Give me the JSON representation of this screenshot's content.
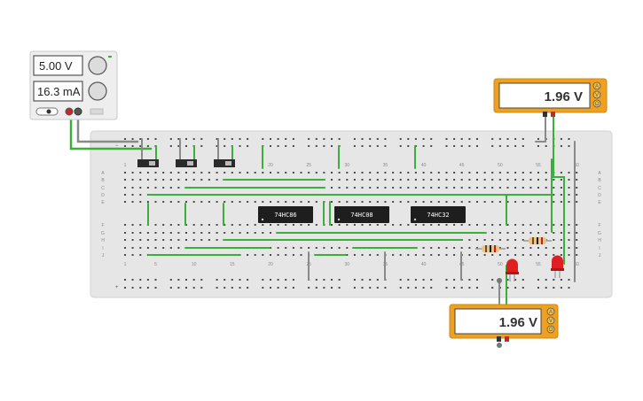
{
  "power_supply": {
    "voltage": "5.00 V",
    "current": "16.3 mA"
  },
  "multimeters": [
    {
      "reading": "1.96 V",
      "modes": [
        "A",
        "V",
        "Ω"
      ]
    },
    {
      "reading": "1.96 V",
      "modes": [
        "A",
        "V",
        "Ω"
      ]
    }
  ],
  "chips": [
    "74HC86",
    "74HC08",
    "74HC32"
  ],
  "breadboard": {
    "column_numbers": [
      "1",
      "5",
      "10",
      "15",
      "20",
      "25",
      "30",
      "35",
      "40",
      "45",
      "50",
      "55",
      "60"
    ],
    "row_letters_top": [
      "A",
      "B",
      "C",
      "D",
      "E"
    ],
    "row_letters_bottom": [
      "F",
      "G",
      "H",
      "I",
      "J"
    ]
  },
  "colors": {
    "wire_green": "#3cae3c",
    "wire_gray": "#8a8a8a",
    "board": "#e8e8e8",
    "multimeter_frame": "#f0a020",
    "led_red": "#e02020"
  }
}
